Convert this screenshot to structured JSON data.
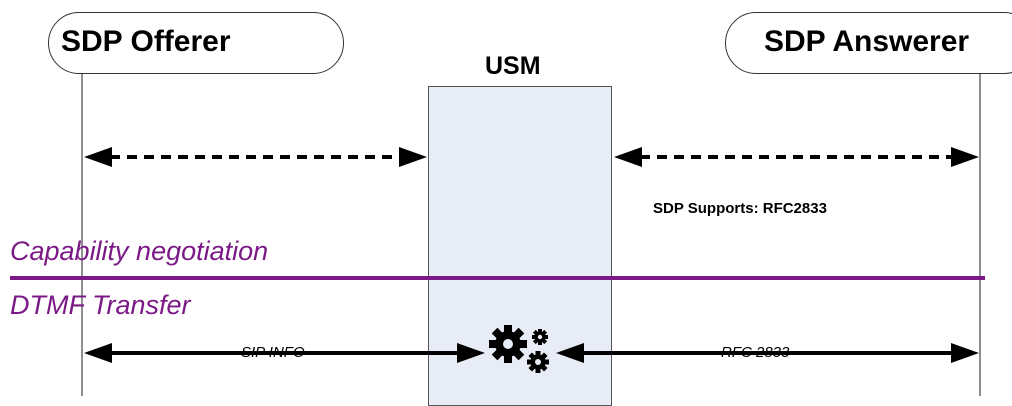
{
  "entities": {
    "offerer": "SDP Offerer",
    "answerer": "SDP Answerer",
    "usm": "USM"
  },
  "notes": {
    "sdp_supports": "SDP Supports: RFC2833"
  },
  "sections": {
    "capability": "Capability negotiation",
    "dtmf": "DTMF Transfer"
  },
  "messages": {
    "left": "SIP INFO",
    "right": "RFC 2833"
  },
  "icons": {
    "processor": "gears-icon"
  },
  "colors": {
    "section_line": "#7b1a86",
    "usm_fill": "#e8ecf6"
  }
}
